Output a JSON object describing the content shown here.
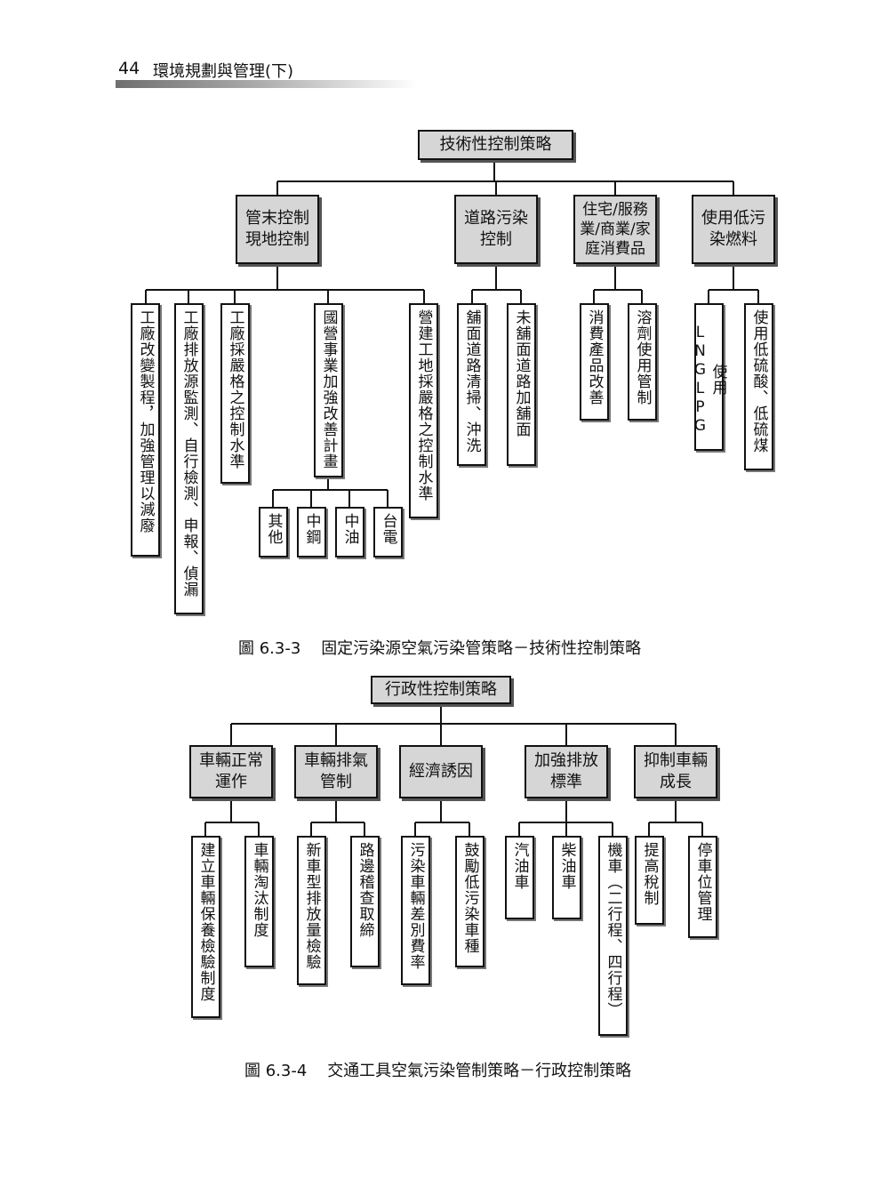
{
  "header": {
    "page_number": "44",
    "book_title": "環境規劃與管理(下)"
  },
  "figure1": {
    "root": "技術性控制策略",
    "groups": [
      {
        "label": "管末控制\n現地控制",
        "items": [
          "工廠改變製程，加強管理以減廢",
          "工廠排放源監測、自行檢測、申報、偵漏",
          "工廠採嚴格之控制水準",
          "國營事業加強改善計畫",
          "營建工地採嚴格之控制水準"
        ],
        "sub_items": [
          "其他",
          "中鋼",
          "中油",
          "台電"
        ]
      },
      {
        "label": "道路污染\n控制",
        "items": [
          "舖面道路清掃、沖洗",
          "未舖面道路加舖面"
        ]
      },
      {
        "label": "住宅/服務\n業/商業/家\n庭消費品",
        "items": [
          "消費產品改善",
          "溶劑使用管制"
        ]
      },
      {
        "label": "使用低污\n染燃料",
        "items": [
          "使用LNGLPG",
          "使用低硫酸、低硫煤"
        ]
      }
    ],
    "caption_number": "圖 6.3-3",
    "caption_text": "固定污染源空氣污染管策略－技術性控制策略"
  },
  "figure2": {
    "root": "行政性控制策略",
    "groups": [
      {
        "label": "車輛正常\n運作",
        "items": [
          "建立車輛保養檢驗制度",
          "車輛淘汰制度"
        ]
      },
      {
        "label": "車輛排氣\n管制",
        "items": [
          "新車型排放量檢驗",
          "路邊稽查取締"
        ]
      },
      {
        "label": "經濟誘因",
        "items": [
          "污染車輛差別費率",
          "鼓勵低污染車種"
        ]
      },
      {
        "label": "加強排放\n標準",
        "items": [
          "汽油車",
          "柴油車",
          "機車（二行程、四行程）"
        ]
      },
      {
        "label": "抑制車輛\n成長",
        "items": [
          "提高稅制",
          "停車位管理"
        ]
      }
    ],
    "caption_number": "圖 6.3-4",
    "caption_text": "交通工具空氣污染管制策略－行政控制策略"
  }
}
